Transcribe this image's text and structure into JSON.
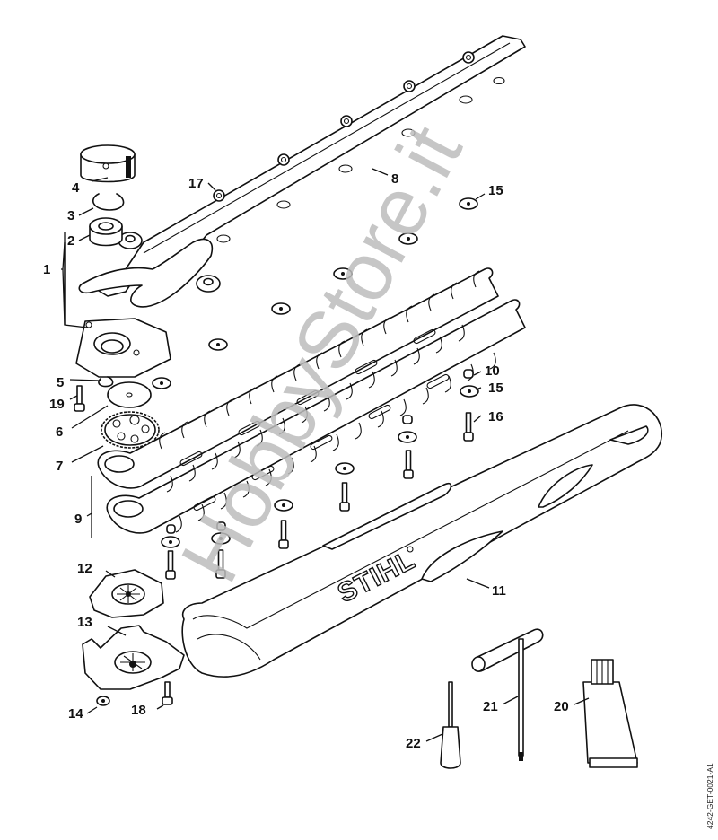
{
  "diagram": {
    "type": "exploded-parts-diagram",
    "brand_logo": "STIHL",
    "watermark": "HobbyStore.it",
    "drawing_code": "4242-GET-0021-A1",
    "callouts": [
      {
        "id": "1",
        "part": "gearbox-assembly"
      },
      {
        "id": "2",
        "part": "ball-bearing"
      },
      {
        "id": "3",
        "part": "circlip"
      },
      {
        "id": "4",
        "part": "cup"
      },
      {
        "id": "5",
        "part": "e-clip"
      },
      {
        "id": "6",
        "part": "washer-disc"
      },
      {
        "id": "7",
        "part": "gear-wheel"
      },
      {
        "id": "8",
        "part": "guide-bar"
      },
      {
        "id": "9",
        "part": "blade-set"
      },
      {
        "id": "10",
        "part": "spacer-sleeve"
      },
      {
        "id": "11",
        "part": "scabbard"
      },
      {
        "id": "12",
        "part": "cover-plate"
      },
      {
        "id": "13",
        "part": "gear-housing-cover"
      },
      {
        "id": "14",
        "part": "nut"
      },
      {
        "id": "15",
        "part": "washer"
      },
      {
        "id": "16",
        "part": "screw"
      },
      {
        "id": "17",
        "part": "nut"
      },
      {
        "id": "18",
        "part": "screw"
      },
      {
        "id": "19",
        "part": "screw"
      },
      {
        "id": "20",
        "part": "grease-tube"
      },
      {
        "id": "21",
        "part": "combination-wrench"
      },
      {
        "id": "22",
        "part": "screwdriver"
      }
    ]
  }
}
